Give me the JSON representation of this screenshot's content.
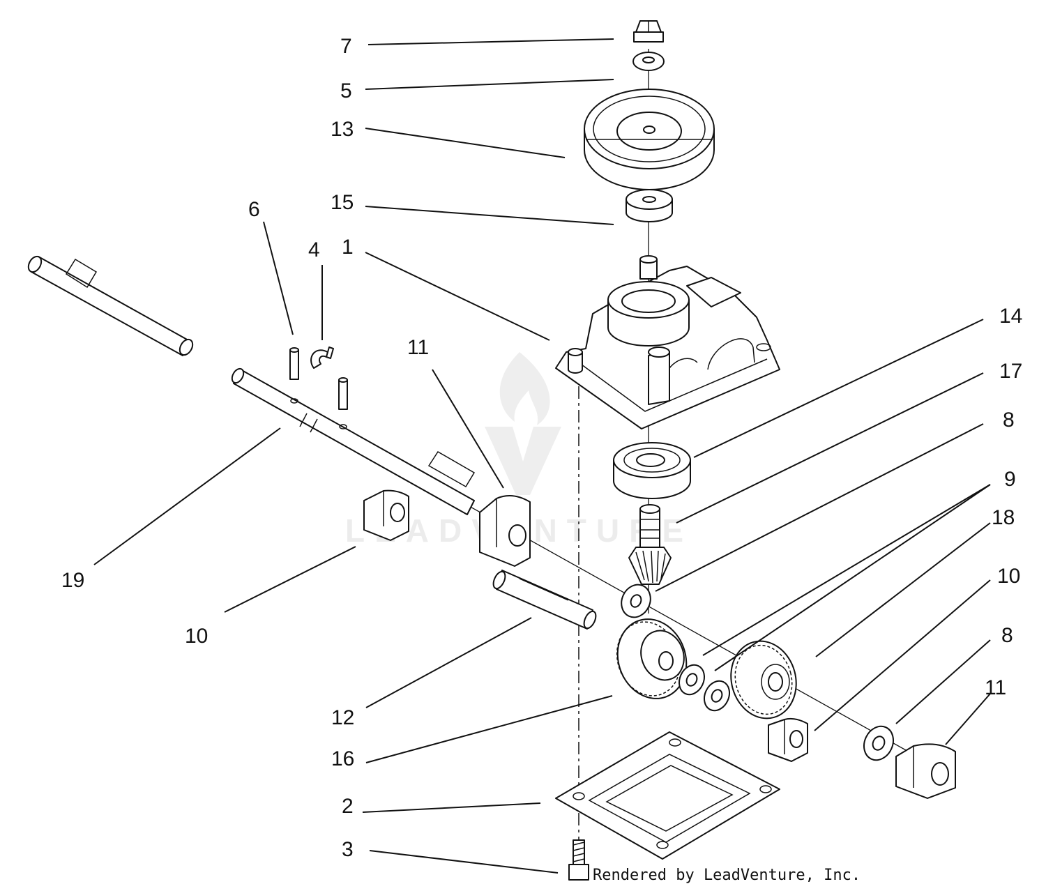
{
  "credit": "Rendered by LeadVenture, Inc.",
  "watermark": {
    "text": "LEADVENTURE"
  },
  "callouts": [
    {
      "id": "c7",
      "label": "7"
    },
    {
      "id": "c5",
      "label": "5"
    },
    {
      "id": "c13",
      "label": "13"
    },
    {
      "id": "c15",
      "label": "15"
    },
    {
      "id": "c6",
      "label": "6"
    },
    {
      "id": "c4",
      "label": "4"
    },
    {
      "id": "c1",
      "label": "1"
    },
    {
      "id": "c14",
      "label": "14"
    },
    {
      "id": "c17",
      "label": "17"
    },
    {
      "id": "c8a",
      "label": "8"
    },
    {
      "id": "c11a",
      "label": "11"
    },
    {
      "id": "c9",
      "label": "9"
    },
    {
      "id": "c18",
      "label": "18"
    },
    {
      "id": "c10a",
      "label": "10"
    },
    {
      "id": "c19",
      "label": "19"
    },
    {
      "id": "c10b",
      "label": "10"
    },
    {
      "id": "c8b",
      "label": "8"
    },
    {
      "id": "c11b",
      "label": "11"
    },
    {
      "id": "c12",
      "label": "12"
    },
    {
      "id": "c16",
      "label": "16"
    },
    {
      "id": "c2",
      "label": "2"
    },
    {
      "id": "c3",
      "label": "3"
    }
  ]
}
